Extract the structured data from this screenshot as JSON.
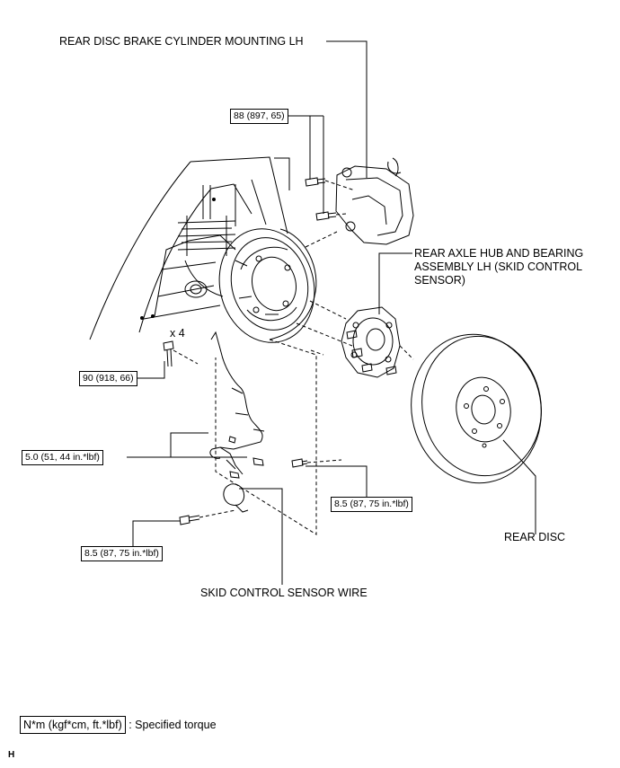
{
  "labels": {
    "cylinder_mounting": "REAR DISC BRAKE CYLINDER MOUNTING LH",
    "axle_hub": "REAR AXLE HUB AND BEARING ASSEMBLY LH (SKID CONTROL SENSOR)",
    "rear_disc": "REAR DISC",
    "sensor_wire": "SKID CONTROL SENSOR WIRE",
    "quantity": "x 4"
  },
  "torques": {
    "caliper_bolts": "88 (897, 65)",
    "hub_bolts": "90 (918, 66)",
    "wire_clamp": "5.0 (51, 44 in.*lbf)",
    "sensor_bolt": "8.5 (87, 75 in.*lbf)",
    "wire_bracket_bolt": "8.5 (87, 75 in.*lbf)"
  },
  "legend": {
    "unit": "N*m (kgf*cm, ft.*lbf)",
    "description": ": Specified torque"
  },
  "figure_code": "H"
}
